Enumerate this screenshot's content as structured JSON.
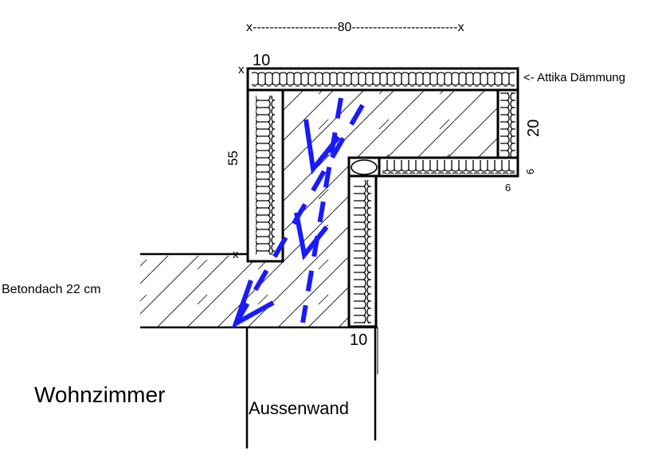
{
  "labels": {
    "dim_top": "x--------------------80-------------------------x",
    "dim_10_top": "10",
    "x_top_left": "x",
    "attika": "<- Attika Dämmung",
    "dim_20": "20",
    "dim_6_right": "6",
    "dim_6_bottom": "6",
    "dim_55": "55",
    "x_mid": "x",
    "betondach": "Betondach 22 cm",
    "dim_10_bottom": "10",
    "wohnzimmer": "Wohnzimmer",
    "aussenwand": "Aussenwand"
  },
  "colors": {
    "line": "#000000",
    "arrow": "#1a1aff",
    "hatch": "#000000"
  },
  "icons": {
    "insulation": "insulation-coil-pattern",
    "hatching": "concrete-hatch-pattern",
    "heat_flow": "dashed-arrow"
  }
}
